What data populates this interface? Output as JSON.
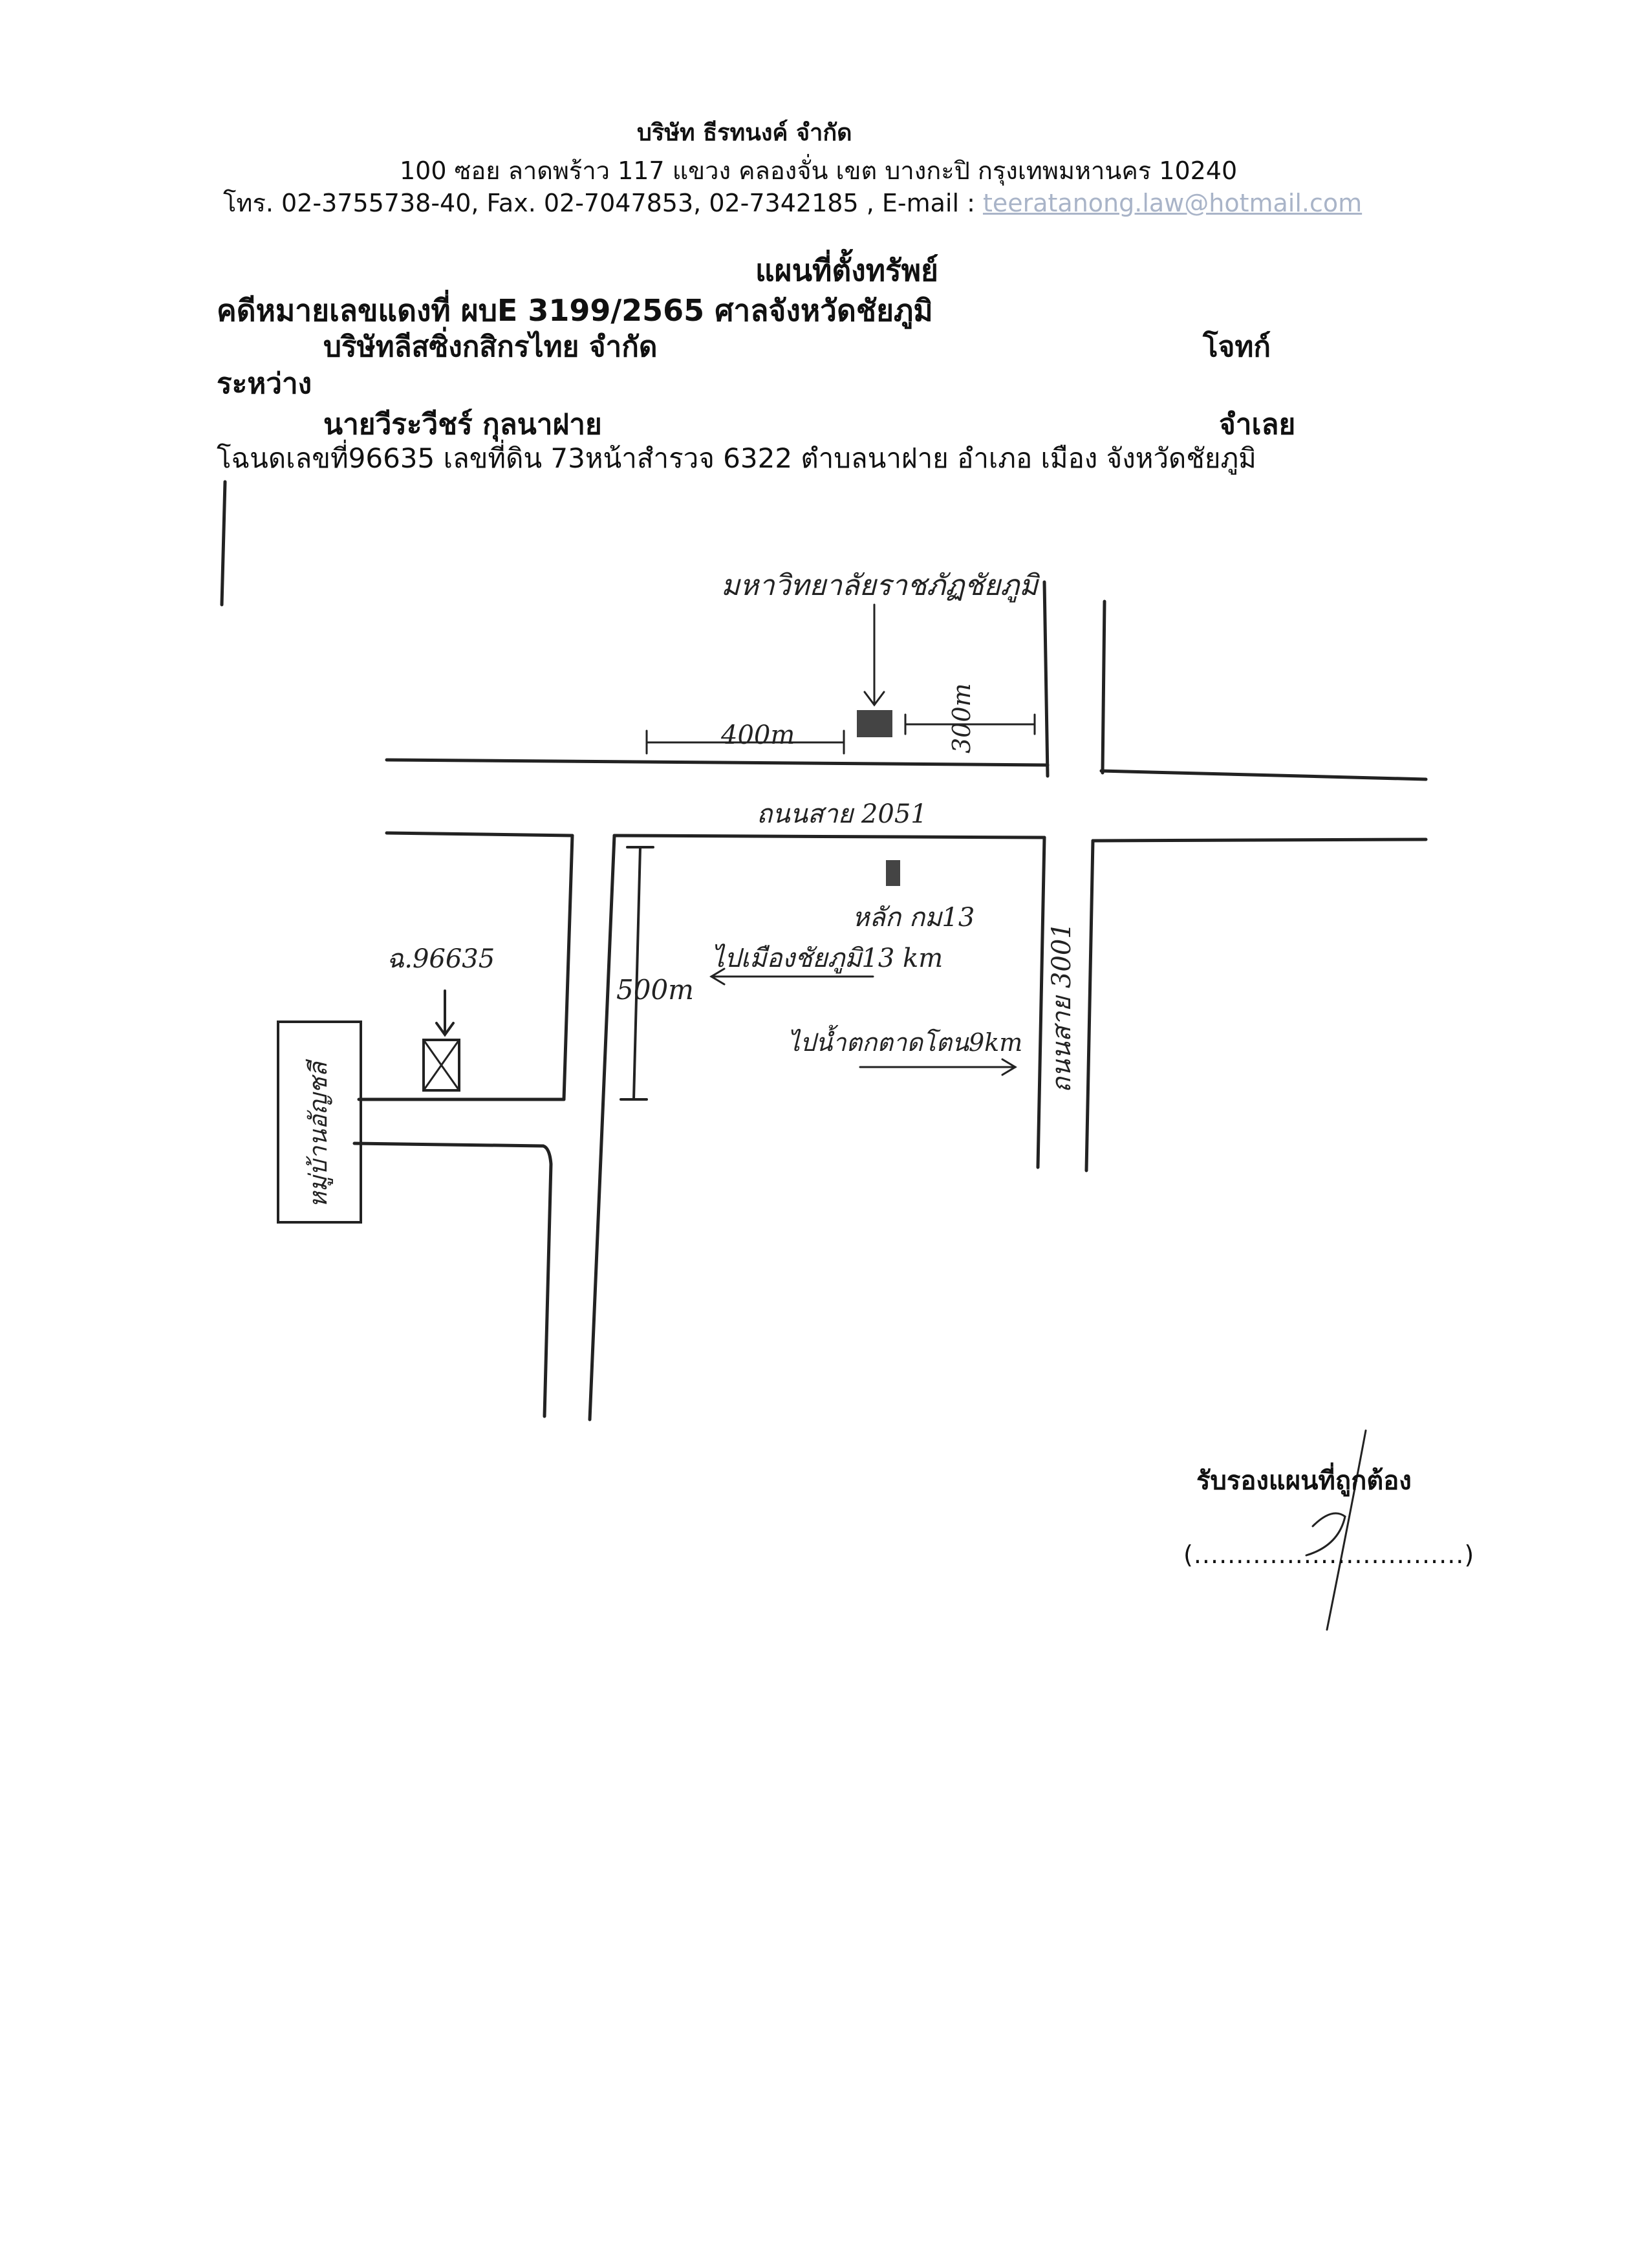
{
  "header": {
    "company": "บริษัท ธีรทนงค์ จำกัด",
    "address": "100   ซอย ลาดพร้าว 117    แขวง คลองจั่น    เขต บางกะปิ   กรุงเทพมหานคร  10240",
    "contact_prefix": "โทร. 02-3755738-40, Fax.  02-7047853, 02-7342185 , E-mail : ",
    "email": "teeratanong.law@hotmail.com"
  },
  "document": {
    "title": "แผนที่ตั้งทรัพย์",
    "case_line": "คดีหมายเลขแดงที่ ผบE 3199/2565  ศาลจังหวัดชัยภูมิ",
    "plaintiff": "บริษัทลีสซิ่งกสิกรไทย จำกัด",
    "plaintiff_role": "โจทก์",
    "between": "ระหว่าง",
    "defendant": "นายวีระวีชร์ กุลนาฝาย",
    "defendant_role": "จำเลย",
    "deed_line": "โฉนดเลขที่96635 เลขที่ดิน 73หน้าสำรวจ 6322 ตำบลนาฝาย  อำเภอ เมือง จังหวัดชัยภูมิ"
  },
  "map": {
    "university_label": "มหาวิทยาลัยราชภัฏชัยภูมิ",
    "dist_400": "400m",
    "dist_300": "300m",
    "road_2051": "ถนนสาย 2051",
    "road_3001": "ถนนสาย 3001",
    "km_marker": "หลัก กม13",
    "dist_500": "500m",
    "to_city": "ไปเมืองชัยภูมิ13 km",
    "to_waterfall": "ไปน้ำตกตาดโตน9km",
    "plot_label": "ฉ.96635",
    "village_label": "หมู่บ้านอัญชลี"
  },
  "footer": {
    "certify": "รับรองแผนที่ถูกต้อง",
    "signature_line": "(................................)"
  }
}
